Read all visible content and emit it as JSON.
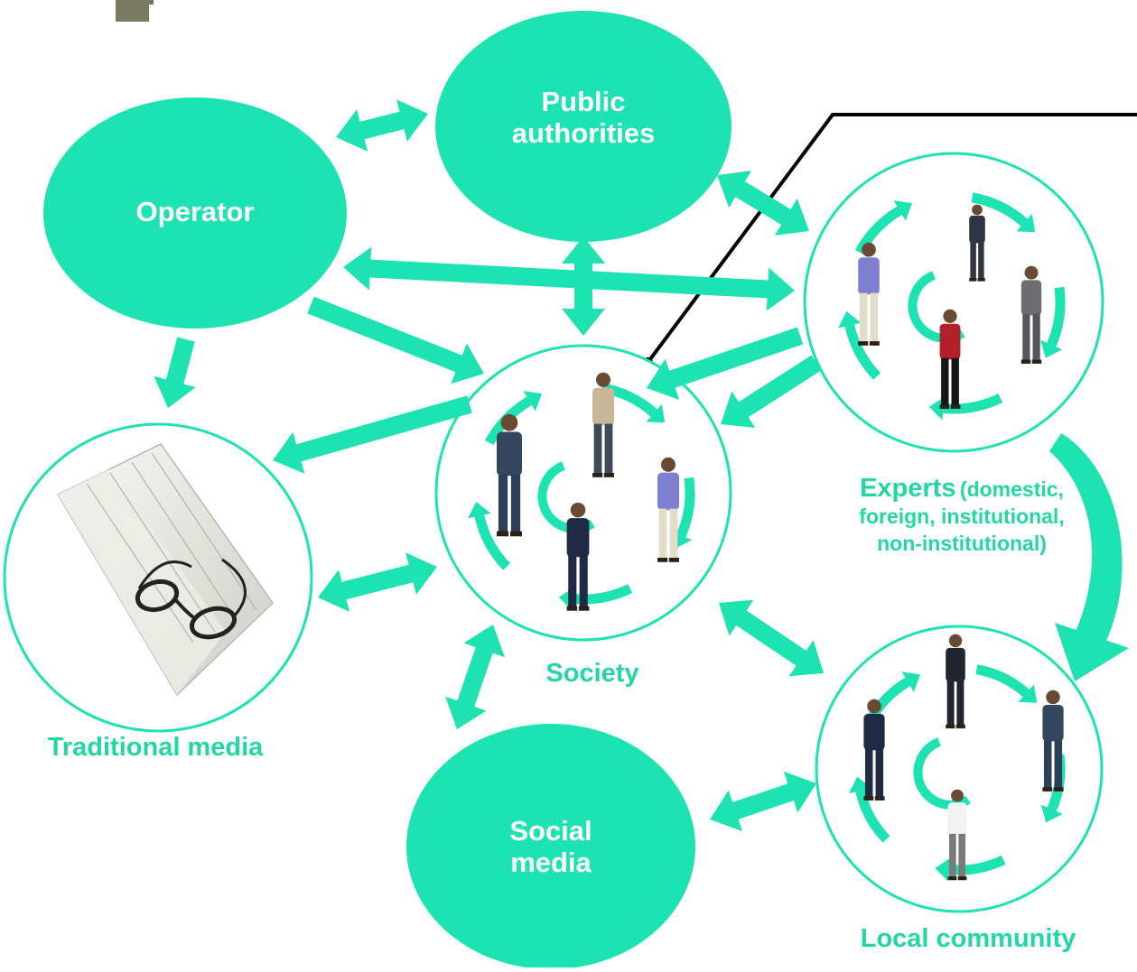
{
  "colors": {
    "accent": "#1de2b1",
    "accent_dark": "#16c99b",
    "text_green": "#23d6a6",
    "logo": "#7a7a62",
    "line": "#000000"
  },
  "nodes": {
    "operator": {
      "label": "Operator"
    },
    "public_authorities": {
      "label_line1": "Public",
      "label_line2": "authorities"
    },
    "social_media": {
      "label_line1": "Social",
      "label_line2": "media"
    },
    "society": {
      "label": "Society"
    },
    "traditional_media": {
      "label": "Traditional media"
    },
    "experts": {
      "label_bold": "Experts",
      "label_rest_line1": "(domestic,",
      "label_line2": "foreign, institutional,",
      "label_line3": "non-institutional)"
    },
    "local_community": {
      "label": "Local community"
    }
  },
  "icons": {
    "logo": "logo-corner-icon",
    "newspaper": "newspaper-with-glasses-icon",
    "people": "person-figure-icon",
    "cycle": "cycle-arrows-icon"
  }
}
